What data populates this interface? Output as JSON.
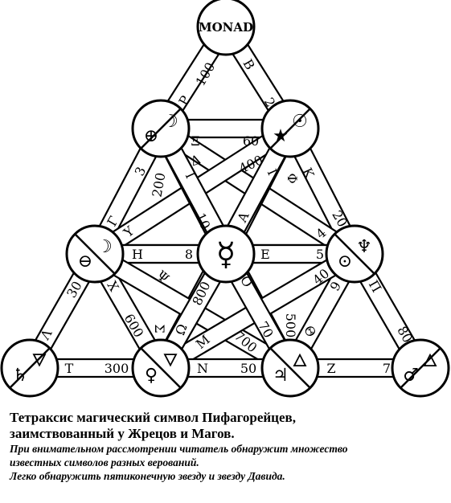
{
  "diagram": {
    "top_node_label": "Monad",
    "mercury_symbol": "☿",
    "nodes": [
      {
        "id": "moon-left",
        "s1": "⊕",
        "s2": "☽"
      },
      {
        "id": "sun-right",
        "s1": "★",
        "s2": "☉"
      },
      {
        "id": "theta-left",
        "s1": "⊖",
        "s2": "☽"
      },
      {
        "id": "sulfur-right",
        "s1": "⊙",
        "s2": "♆"
      },
      {
        "id": "saturn",
        "s1": "♄",
        "s2": "🜄"
      },
      {
        "id": "venus",
        "s1": "♀",
        "s2": "🜄"
      },
      {
        "id": "jupiter",
        "s1": "♃",
        "s2": "🜂"
      },
      {
        "id": "mars",
        "s1": "♂",
        "s2": "🜂"
      }
    ],
    "edge_labels": [
      "100",
      "Р",
      "В",
      "2",
      "Ξ",
      "60",
      "Δ",
      "400",
      "Ι",
      "Κ",
      "Φ",
      "3",
      "200",
      "Ι",
      "10",
      "Α",
      "20",
      "4",
      "Γ",
      "Υ",
      "Η",
      "8",
      "Ε",
      "5",
      "30",
      "Ψ",
      "Χ",
      "800",
      "Ο",
      "40",
      "9",
      "Π",
      "Ω",
      "600",
      "Σ",
      "70",
      "500",
      "Θ",
      "Μ",
      "700",
      "Λ",
      "80",
      "Τ",
      "300",
      "Ν",
      "50",
      "Ζ",
      "7"
    ]
  },
  "caption": {
    "title_line1": "Тетраксис магический символ Пифагорейцев,",
    "title_line2": "заимствованный у Жрецов и Магов.",
    "line1": "При внимательном рассмотрении  читатель обнаружит множество",
    "line2": "известных символов разных верований.",
    "line3": "Легко обнаружить пятиконечную звезду и звезду Давида."
  }
}
